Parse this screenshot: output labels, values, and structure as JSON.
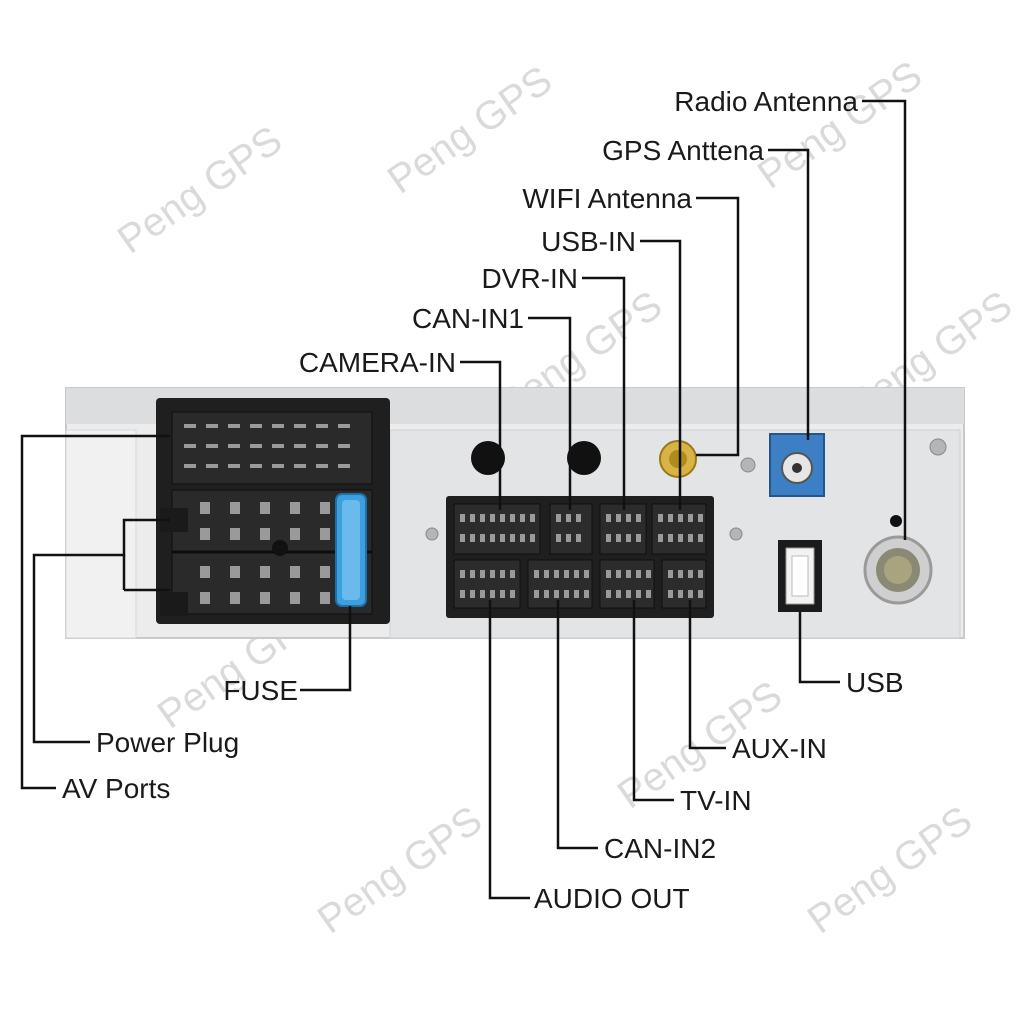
{
  "watermark": "Peng GPS",
  "labels": {
    "radio_antenna": "Radio Antenna",
    "gps_antenna": "GPS Anttena",
    "wifi_antenna": "WIFI Antenna",
    "usb_in": "USB-IN",
    "dvr_in": "DVR-IN",
    "can_in1": "CAN-IN1",
    "camera_in": "CAMERA-IN",
    "fuse": "FUSE",
    "power_plug": "Power Plug",
    "av_ports": "AV Ports",
    "usb": "USB",
    "aux_in": "AUX-IN",
    "tv_in": "TV-IN",
    "can_in2": "CAN-IN2",
    "audio_out": "AUDIO OUT"
  },
  "colors": {
    "panel": "#e6e7e8",
    "connector": "#1e1e1e",
    "fakra_blue": "#3d7fc4",
    "fuse_blue": "#3aa0e0",
    "gold": "#c9a227"
  }
}
